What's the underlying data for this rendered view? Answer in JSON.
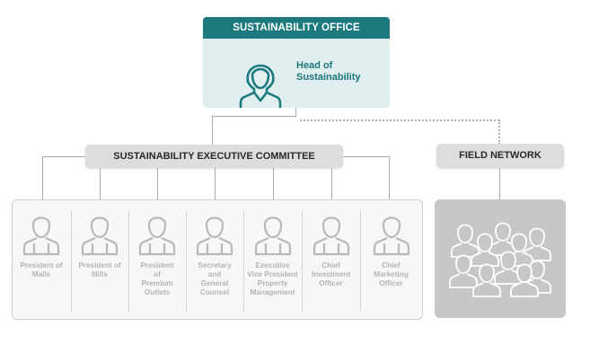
{
  "office": {
    "header": "SUSTAINABILITY OFFICE",
    "head_label": "Head of Sustainability",
    "head_icon": "person-icon",
    "colors": {
      "accent": "#1c7a7e",
      "panel": "#e1eef0"
    }
  },
  "committee": {
    "title": "SUSTAINABILITY EXECUTIVE COMMITTEE",
    "members": [
      {
        "label": "President of Malls",
        "icon": "person-icon"
      },
      {
        "label": "President of Mills",
        "icon": "person-icon"
      },
      {
        "label": "President of Premium Outlets",
        "icon": "person-icon"
      },
      {
        "label": "Secretary and General Counsel",
        "icon": "person-icon"
      },
      {
        "label": "Executive Vice President Property Management",
        "icon": "person-icon"
      },
      {
        "label": "Chief Investment Officer",
        "icon": "person-icon"
      },
      {
        "label": "Chief Marketing Officer",
        "icon": "person-icon"
      }
    ]
  },
  "field": {
    "title": "FIELD NETWORK",
    "icon": "people-group-icon"
  }
}
